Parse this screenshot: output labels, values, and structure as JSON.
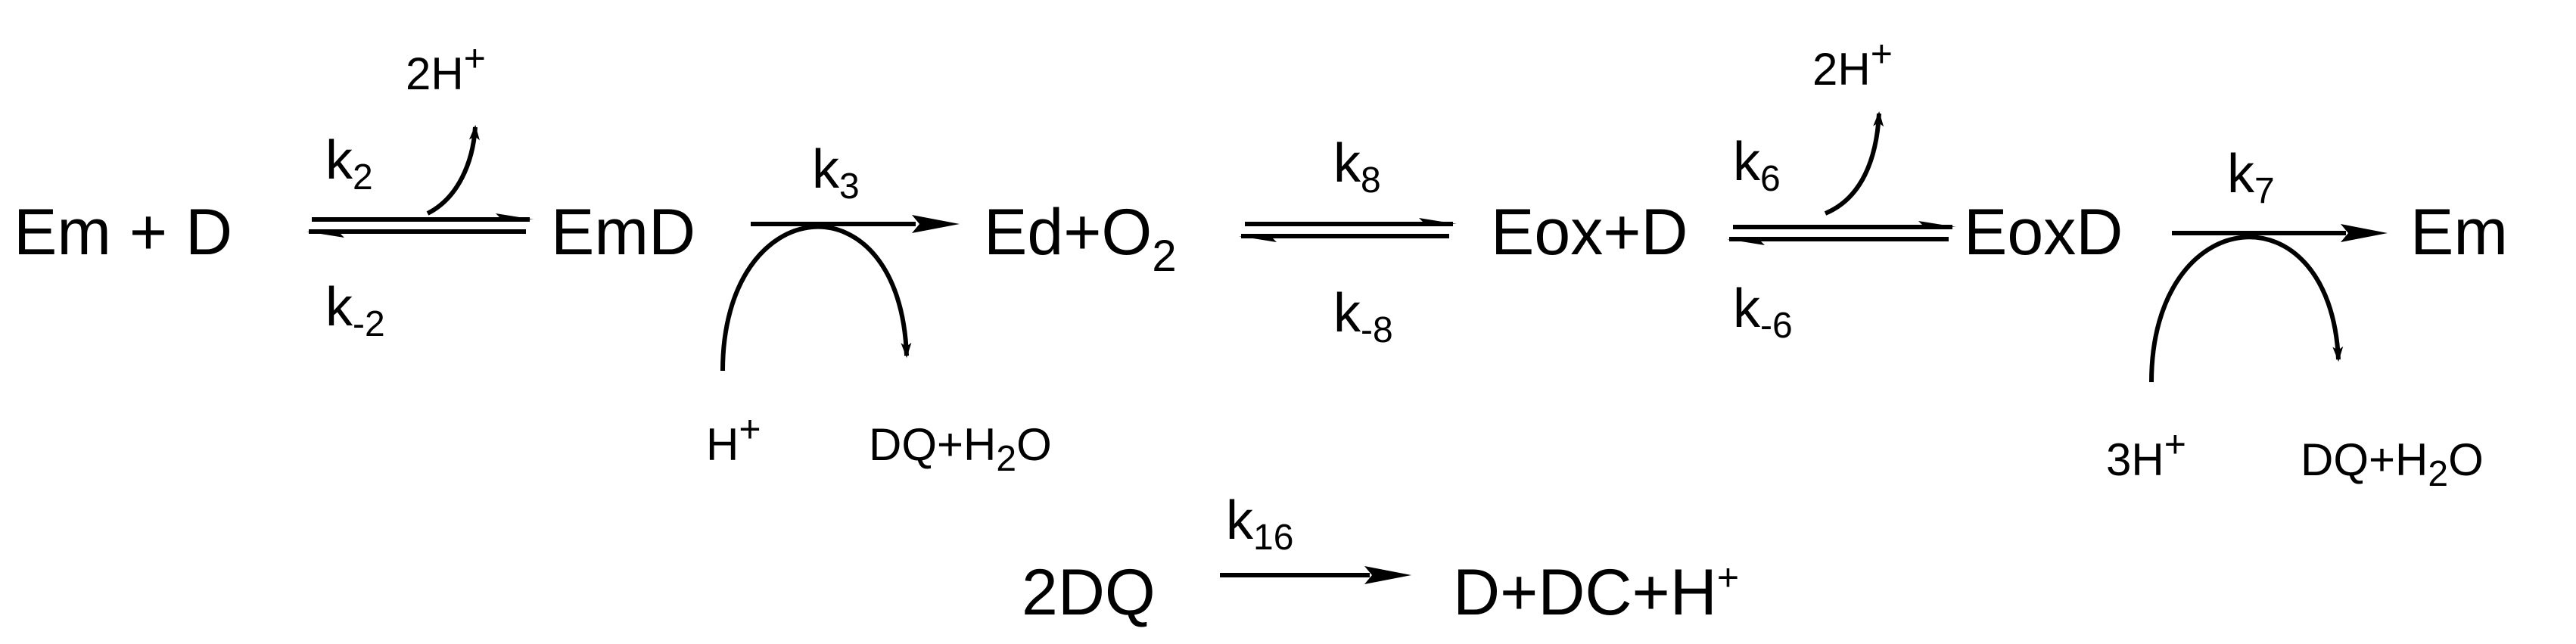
{
  "scheme": {
    "species": {
      "em_d": "Em + D",
      "emd": "EmD",
      "ed_o2_main": "Ed+O",
      "ed_o2_sub": "2",
      "eox_d": "Eox+D",
      "eoxd": "EoxD",
      "em": "Em",
      "dq2": "2DQ",
      "products": "D+DC+H",
      "products_sup": "+"
    },
    "rates": {
      "k2": {
        "k": "k",
        "sub": "2"
      },
      "km2": {
        "k": "k",
        "sub": "-2"
      },
      "k3": {
        "k": "k",
        "sub": "3"
      },
      "k8": {
        "k": "k",
        "sub": "8"
      },
      "km8": {
        "k": "k",
        "sub": "-8"
      },
      "k6": {
        "k": "k",
        "sub": "6"
      },
      "km6": {
        "k": "k",
        "sub": "-6"
      },
      "k7": {
        "k": "k",
        "sub": "7"
      },
      "k16": {
        "k": "k",
        "sub": "16"
      }
    },
    "side": {
      "two_h_1": {
        "main": "2H",
        "sup": "+"
      },
      "two_h_2": {
        "main": "2H",
        "sup": "+"
      },
      "h_in": {
        "main": "H",
        "sup": "+"
      },
      "dqh2o_1": {
        "a": "DQ+H",
        "sub": "2",
        "b": "O"
      },
      "three_h_in": {
        "main": "3H",
        "sup": "+"
      },
      "dqh2o_2": {
        "a": "DQ+H",
        "sub": "2",
        "b": "O"
      }
    }
  }
}
